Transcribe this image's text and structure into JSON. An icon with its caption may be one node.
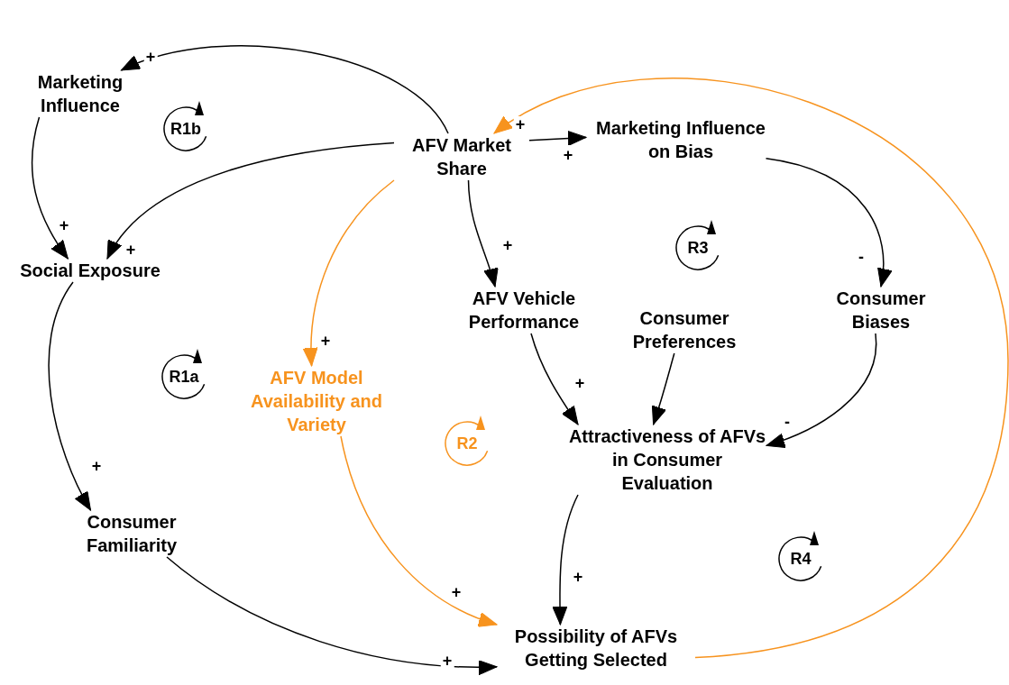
{
  "diagram": {
    "nodes": [
      {
        "text": [
          "Marketing Influence"
        ]
      },
      {
        "text": [
          "AFV Market Share"
        ]
      },
      {
        "text": [
          "Marketing Influence on Bias"
        ]
      },
      {
        "text": [
          "Social Exposure"
        ]
      },
      {
        "text": [
          "AFV Vehicle Performance"
        ]
      },
      {
        "text": [
          "Consumer Preferences"
        ]
      },
      {
        "text": [
          "Consumer Biases"
        ]
      },
      {
        "text": [
          "AFV Model Availability and Variety"
        ]
      },
      {
        "text": [
          "Attractiveness of AFVs in Consumer Evaluation"
        ]
      },
      {
        "text": [
          "Consumer Familiarity"
        ]
      },
      {
        "text": [
          "Possibility of AFVs Getting Selected"
        ]
      }
    ],
    "edges": [
      {
        "from": 1,
        "to": 0,
        "arrow": "to",
        "label": "+"
      },
      {
        "from": 0,
        "to": 3,
        "arrow": "to",
        "label": "+"
      },
      {
        "from": 1,
        "to": 3,
        "arrow": "to",
        "label": "+"
      },
      {
        "from": 1,
        "to": 2,
        "arrow": "to",
        "label": "+"
      },
      {
        "from": 1,
        "to": 4,
        "arrow": "to",
        "label": "+"
      },
      {
        "from": 1,
        "to": 7,
        "arrow": "to",
        "label": "+",
        "color": "#f7931e"
      },
      {
        "from": 2,
        "to": 6,
        "arrow": "to",
        "label": "-"
      },
      {
        "from": 4,
        "to": 8,
        "arrow": "to",
        "label": "+"
      },
      {
        "from": 5,
        "to": 8,
        "arrow": "to"
      },
      {
        "from": 6,
        "to": 8,
        "arrow": "to",
        "label": "-"
      },
      {
        "from": 3,
        "to": 9,
        "arrow": "to",
        "label": "+"
      },
      {
        "from": 7,
        "to": 10,
        "arrow": "to",
        "label": "+",
        "color": "#f7931e"
      },
      {
        "from": 8,
        "to": 10,
        "arrow": "to",
        "label": "+"
      },
      {
        "from": 9,
        "to": 10,
        "arrow": "to",
        "label": "+"
      },
      {
        "from": 10,
        "to": 1,
        "arrow": "to",
        "label": "+",
        "color": "#f7931e"
      }
    ],
    "labels": [
      "R1b",
      "R3",
      "R1a",
      "R2",
      "R4"
    ]
  }
}
